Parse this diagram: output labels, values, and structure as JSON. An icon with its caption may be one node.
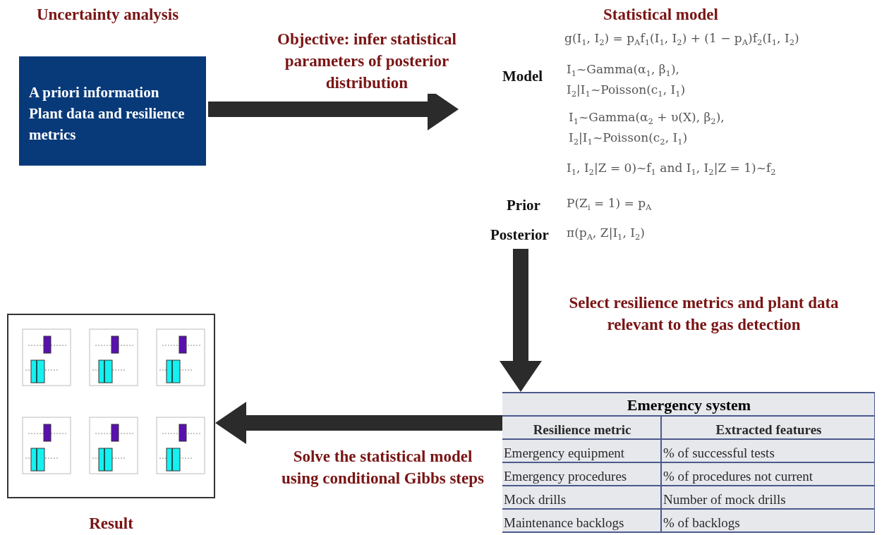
{
  "diagram": {
    "nodes": [
      {
        "text": [
          "Uncertainty analysis",
          "A priori information",
          "Plant data and resilience metrics"
        ]
      },
      {
        "text": [
          "Statistical model",
          "g(I$_{1}$, I$_{2}$) = p$_{A}$f$_{1}$(I$_{1}$, I$_{2}$) + (1 − p$_{A}$)f$_{2}$(I$_{1}$, I$_{2}$)",
          "Model",
          "I$_{1}$~Gamma(α$_{1}$, β$_{1}$),",
          "I$_{2}$|I$_{1}$~Poisson(c$_{1}$, I$_{1}$)",
          "I$_{1}$~Gamma(α$_{2}$ + υ(X), β$_{2}$),",
          "I$_{2}$|I$_{1}$~Poisson(c$_{2}$, I$_{1}$)",
          "I$_{1}$, I$_{2}$|Z = 0)~f$_{1}$ and I$_{1}$, I$_{2}$|Z = 1)~f$_{2}$",
          "Prior",
          "P(Z$_{i}$ = 1) = p$_{A}$",
          "Posterior",
          "π(p$_{A}$, Z|I$_{1}$, I$_{2}$)"
        ]
      },
      {
        "text": [
          "Emergency system",
          "Resilience metric",
          "Extracted features",
          "Emergency equipment",
          "% of successful tests",
          "Emergency procedures",
          "% of procedures not current",
          "Mock drills",
          "Number of mock drills",
          "Maintenance backlogs",
          "% of backlogs"
        ]
      },
      {
        "text": [],
        "shape": "picture",
        "beside": [
          "Result"
        ]
      }
    ],
    "edges": [
      {
        "from": 0,
        "to": 1,
        "arrow": "to",
        "label": "Objective: infer statistical parameters of posterior distribution"
      },
      {
        "from": 1,
        "to": 2,
        "arrow": "to",
        "label": "Select resilience metrics and plant data relevant to the gas detection"
      },
      {
        "from": 2,
        "to": 3,
        "arrow": "to",
        "label": "Solve the statistical model using conditional Gibbs steps"
      }
    ]
  }
}
